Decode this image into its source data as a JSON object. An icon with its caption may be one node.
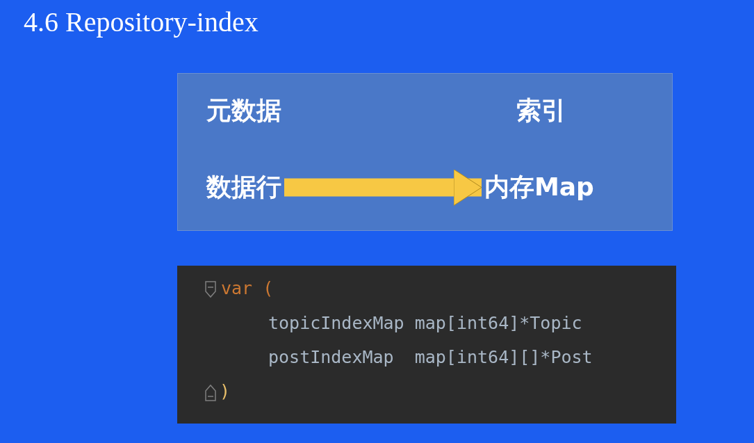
{
  "diagram": {
    "title": "4.6 Repository-index",
    "nodes": [
      {
        "text": [
          "数据行"
        ]
      },
      {
        "text": [
          "内存Map"
        ]
      }
    ],
    "edges": [
      {
        "from": 0,
        "to": 1,
        "arrow": "to",
        "color": "#f7c844"
      }
    ],
    "labels": [
      "元数据",
      "索引",
      "var (",
      "topicIndexMap map[int64]*Topic",
      "postIndexMap  map[int64][]*Post",
      ")"
    ]
  }
}
